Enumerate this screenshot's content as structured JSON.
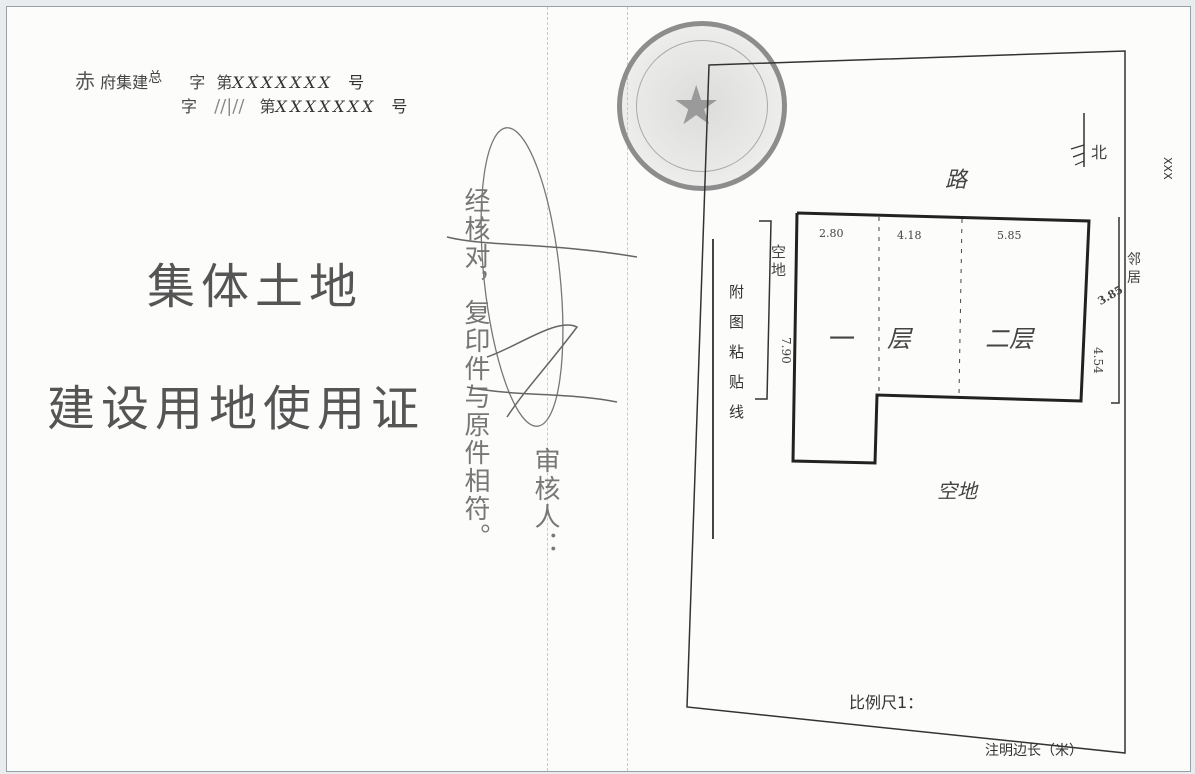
{
  "header": {
    "line1_prefix": "府集建",
    "line1_zong": "总",
    "line1_zi": "字",
    "line1_di": "第",
    "line1_code": "XXXXXXX",
    "line1_hao": "号",
    "line2_zi": "字",
    "line2_di": "第",
    "line2_code": "XXXXXXX",
    "line2_hao": "号"
  },
  "title": {
    "line1": "集体土地",
    "line2": "建设用地使用证"
  },
  "certification": {
    "col1": "经核对，复印件与原件相符。",
    "col2": "审核人："
  },
  "attach_label": [
    "附",
    "图",
    "粘",
    "贴",
    "线"
  ],
  "plan": {
    "north": "北",
    "road": "路",
    "left_label": "空地",
    "left_dim": "7.90",
    "dim_top1": "2.80",
    "dim_top2": "4.18",
    "dim_top3": "5.85",
    "floor1": "一",
    "floor1b": "层",
    "floor2": "二层",
    "right_label": "邻居",
    "right_dim1": "3.85",
    "right_dim2": "4.54",
    "bottom_label": "空地",
    "scale": "比例尺1：",
    "note": "注明边长（米）"
  },
  "side_mark": "XXX"
}
